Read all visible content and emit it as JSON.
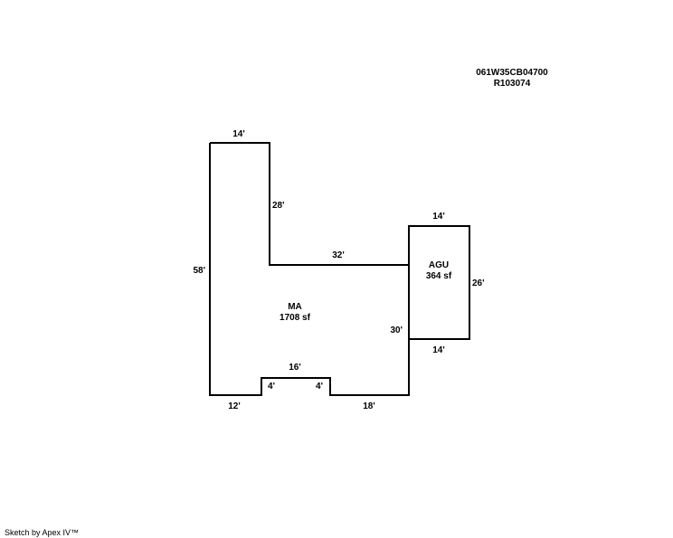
{
  "parcel": {
    "map_id": "061W35CB04700",
    "account_id": "R103074"
  },
  "areas": {
    "main": {
      "code": "MA",
      "size": "1708 sf"
    },
    "garage": {
      "code": "AGU",
      "size": "364 sf"
    }
  },
  "dimensions": {
    "ma_top": "14'",
    "ma_right_upper": "28'",
    "ma_inner_top": "32'",
    "ma_left": "58'",
    "ma_right_lower": "30'",
    "notch_top": "16'",
    "notch_left": "4'",
    "notch_right": "4'",
    "ma_bottom_left": "12'",
    "ma_bottom_right": "18'",
    "agu_top": "14'",
    "agu_right": "26'",
    "agu_bottom": "14'"
  },
  "footer": {
    "credit": "Sketch by Apex IV™"
  }
}
